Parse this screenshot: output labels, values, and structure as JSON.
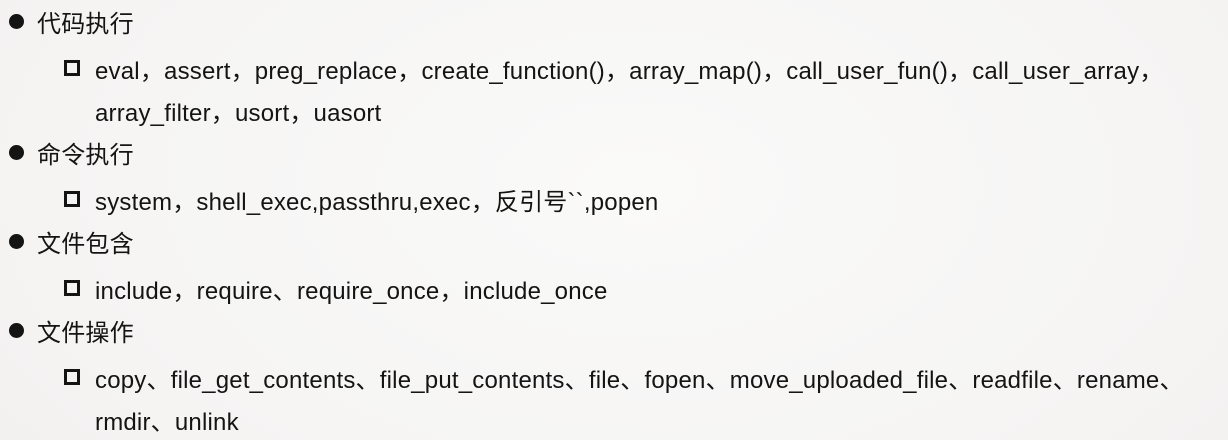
{
  "colors": {
    "bg-center": "#fafaf9",
    "bg-edge": "#eceaea",
    "text": "#141414"
  },
  "icons": {
    "level1_bullet": "filled-circle",
    "level2_bullet": "hollow-square"
  },
  "sections": [
    {
      "title": "代码执行",
      "item_lines": [
        "eval，assert，preg_replace，create_function()，array_map()，call_user_fun()，call_user_array，",
        "array_filter，usort，uasort"
      ]
    },
    {
      "title": "命令执行",
      "item_lines": [
        "system，shell_exec,passthru,exec，反引号``,popen"
      ]
    },
    {
      "title": "文件包含",
      "item_lines": [
        "include，require、require_once，include_once"
      ]
    },
    {
      "title": "文件操作",
      "item_lines": [
        "copy、file_get_contents、file_put_contents、file、fopen、move_uploaded_file、readfile、rename、",
        "rmdir、unlink"
      ]
    }
  ]
}
